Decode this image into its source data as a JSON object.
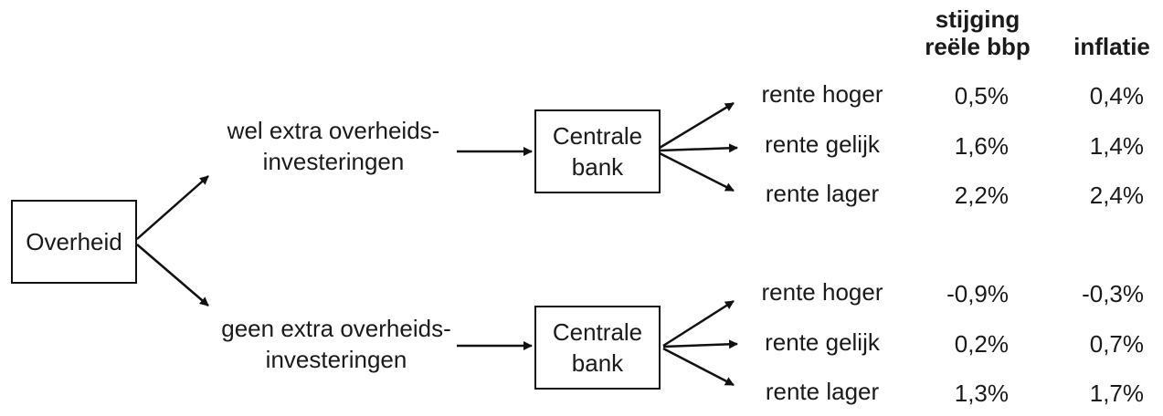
{
  "headers": {
    "growth_line1": "stijging",
    "growth_line2": "reële bbp",
    "inflation": "inflatie"
  },
  "root": {
    "label": "Overheid"
  },
  "branches": [
    {
      "label_line1": "wel extra overheids-",
      "label_line2": "investeringen",
      "bank_line1": "Centrale",
      "bank_line2": "bank",
      "outcomes": [
        {
          "label": "rente hoger",
          "growth": "0,5%",
          "inflation": "0,4%"
        },
        {
          "label": "rente gelijk",
          "growth": "1,6%",
          "inflation": "1,4%"
        },
        {
          "label": "rente lager",
          "growth": "2,2%",
          "inflation": "2,4%"
        }
      ]
    },
    {
      "label_line1": "geen extra overheids-",
      "label_line2": "investeringen",
      "bank_line1": "Centrale",
      "bank_line2": "bank",
      "outcomes": [
        {
          "label": "rente hoger",
          "growth": "-0,9%",
          "inflation": "-0,3%"
        },
        {
          "label": "rente gelijk",
          "growth": "0,2%",
          "inflation": "0,7%"
        },
        {
          "label": "rente lager",
          "growth": "1,3%",
          "inflation": "1,7%"
        }
      ]
    }
  ]
}
